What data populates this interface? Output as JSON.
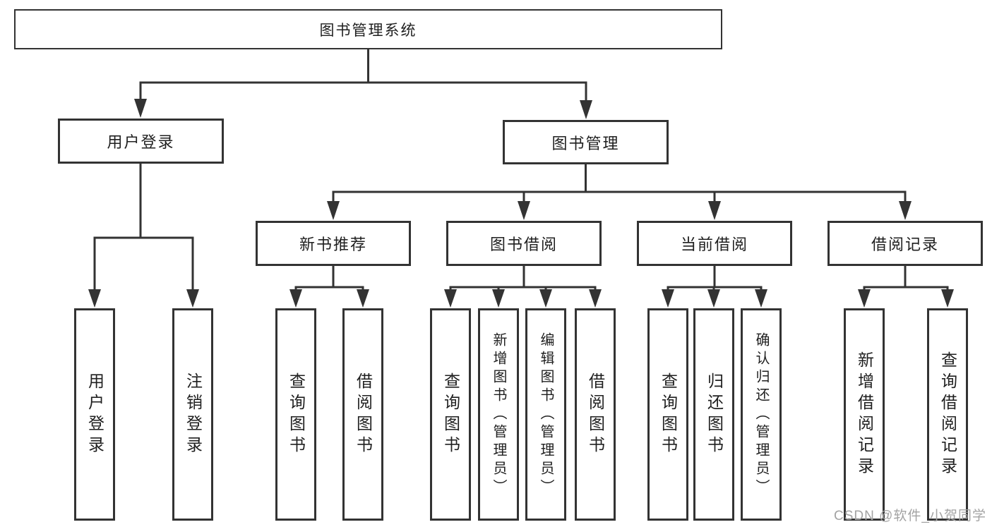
{
  "colors": {
    "line": "#333333",
    "box_border": "#333333",
    "text": "#1f1f1f",
    "watermark": "#a3a3a3",
    "background": "#ffffff"
  },
  "watermark": {
    "text": "CSDN @软件_小贺同学"
  },
  "tree": {
    "root": {
      "label": "图书管理系统"
    },
    "branches": [
      {
        "label": "用户登录",
        "children": [
          {
            "label": "用户登录"
          },
          {
            "label": "注销登录"
          }
        ]
      },
      {
        "label": "图书管理",
        "children": [
          {
            "label": "新书推荐",
            "children": [
              {
                "label": "查询图书"
              },
              {
                "label": "借阅图书"
              }
            ]
          },
          {
            "label": "图书借阅",
            "children": [
              {
                "label": "查询图书"
              },
              {
                "label": "新增图书（管理员）"
              },
              {
                "label": "编辑图书（管理员）"
              },
              {
                "label": "借阅图书"
              }
            ]
          },
          {
            "label": "当前借阅",
            "children": [
              {
                "label": "查询图书"
              },
              {
                "label": "归还图书"
              },
              {
                "label": "确认归还（管理员）"
              }
            ]
          },
          {
            "label": "借阅记录",
            "children": [
              {
                "label": "新增借阅记录"
              },
              {
                "label": "查询借阅记录"
              }
            ]
          }
        ]
      }
    ]
  }
}
